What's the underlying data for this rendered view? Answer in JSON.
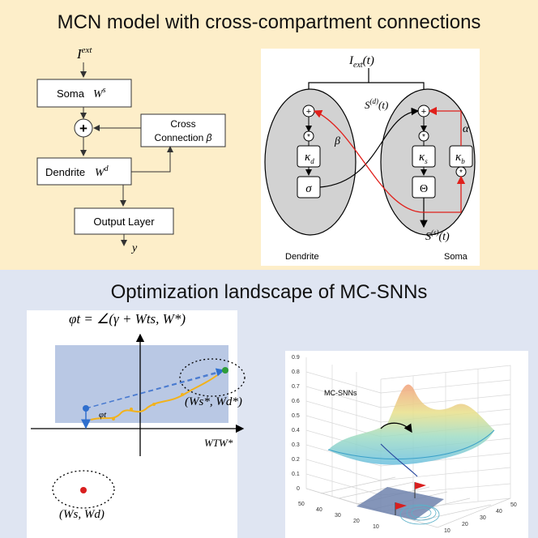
{
  "top_panel": {
    "title": "MCN model with cross-compartment connections",
    "flow": {
      "input": "I",
      "input_sup": "ext",
      "soma": "Soma",
      "soma_w": "W",
      "soma_w_sup": "s",
      "plus": "+",
      "cross_line1": "Cross",
      "cross_line2": "Connection",
      "cross_beta": "β",
      "dendrite": "Dendrite",
      "dendrite_w": "W",
      "dendrite_w_sup": "d",
      "output": "Output Layer",
      "y": "y"
    },
    "schematic": {
      "iext": "I",
      "iext_sub": "ext",
      "iext_t": "(t)",
      "sd": "S",
      "sd_sup": "(d)",
      "sd_t": "(t)",
      "ss": "S",
      "ss_sup": "(s)",
      "ss_t": "(t)",
      "beta": "β",
      "alpha": "α",
      "kappa": "κ",
      "kd_sub": "d",
      "ks_sub": "s",
      "kb_sub": "b",
      "sigma": "σ",
      "theta": "Θ",
      "dendrite_label": "Dendrite",
      "soma_label": "Soma"
    }
  },
  "bottom_panel": {
    "title": "Optimization landscape of MC-SNNs",
    "formula": "φt = ∠(γ + Wts, W*)",
    "phi_t": "φt",
    "target_label": "(Ws*, Wd*)",
    "axis_label": "WTW*",
    "start_label": "(Ws, Wd)",
    "plot3d": {
      "label": "MC-SNNs",
      "z_ticks": [
        "0",
        "0.1",
        "0.2",
        "0.3",
        "0.4",
        "0.5",
        "0.6",
        "0.7",
        "0.8",
        "0.9"
      ],
      "left_ticks": [
        "50",
        "40",
        "30",
        "20",
        "10"
      ],
      "right_ticks": [
        "10",
        "20",
        "30",
        "40",
        "50"
      ]
    },
    "colors": {
      "blue_point": "#2f6fce",
      "green_point": "#2e9d3a",
      "red_point": "#d91f1f",
      "path": "#f2b21b"
    }
  }
}
